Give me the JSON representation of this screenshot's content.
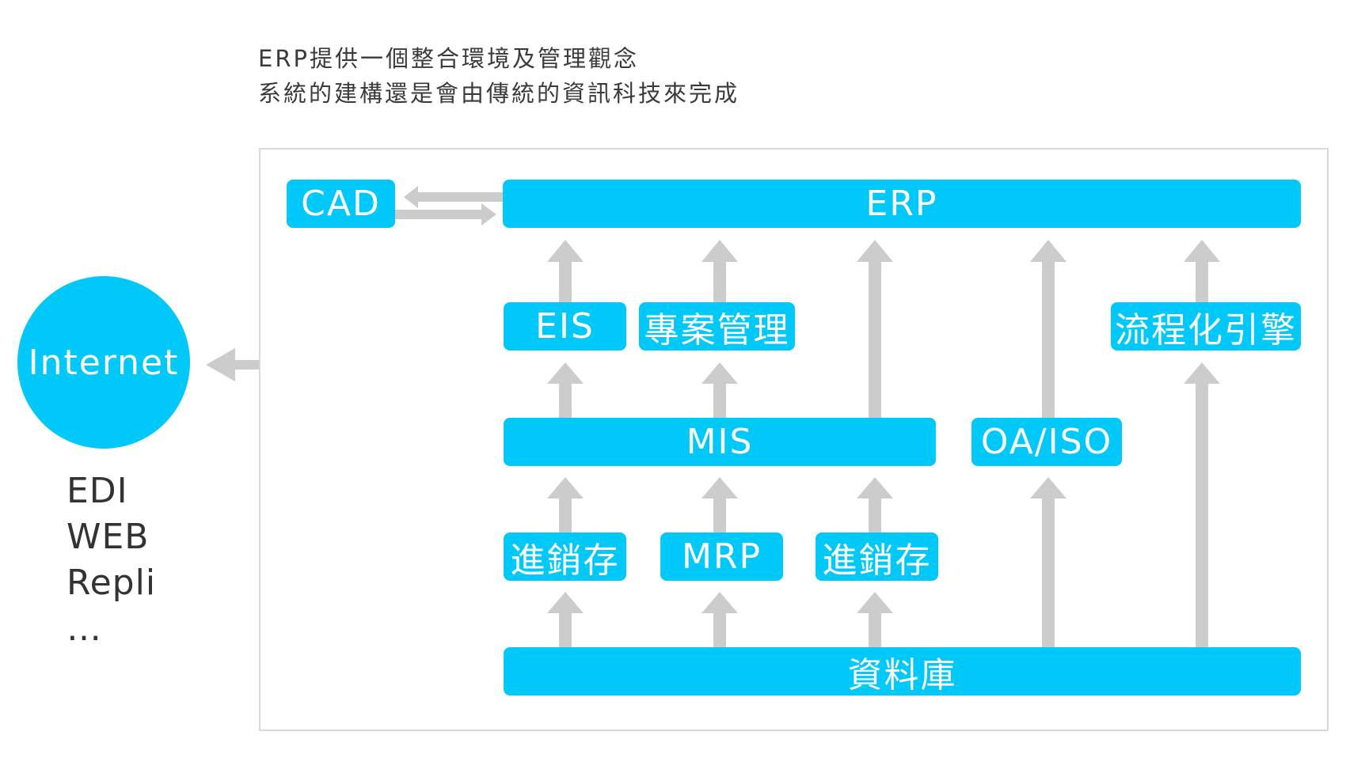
{
  "caption": {
    "line1": "ERP提供一個整合環境及管理觀念",
    "line2": "系統的建構還是會由傳統的資訊科技來完成"
  },
  "internet": {
    "label": "Internet",
    "protocols": [
      "EDI",
      "WEB",
      "Repli",
      "…"
    ]
  },
  "modules": {
    "cad": "CAD",
    "erp": "ERP",
    "eis": "EIS",
    "project_mgmt": "專案管理",
    "workflow_engine": "流程化引擎",
    "mis": "MIS",
    "oa_iso": "OA/ISO",
    "inventory_1": "進銷存",
    "mrp": "MRP",
    "inventory_2": "進銷存",
    "database": "資料庫"
  },
  "colors": {
    "box": "#00c8f8",
    "arrow": "#cccccc",
    "frame": "#d9d9d9",
    "text": "#333333"
  }
}
